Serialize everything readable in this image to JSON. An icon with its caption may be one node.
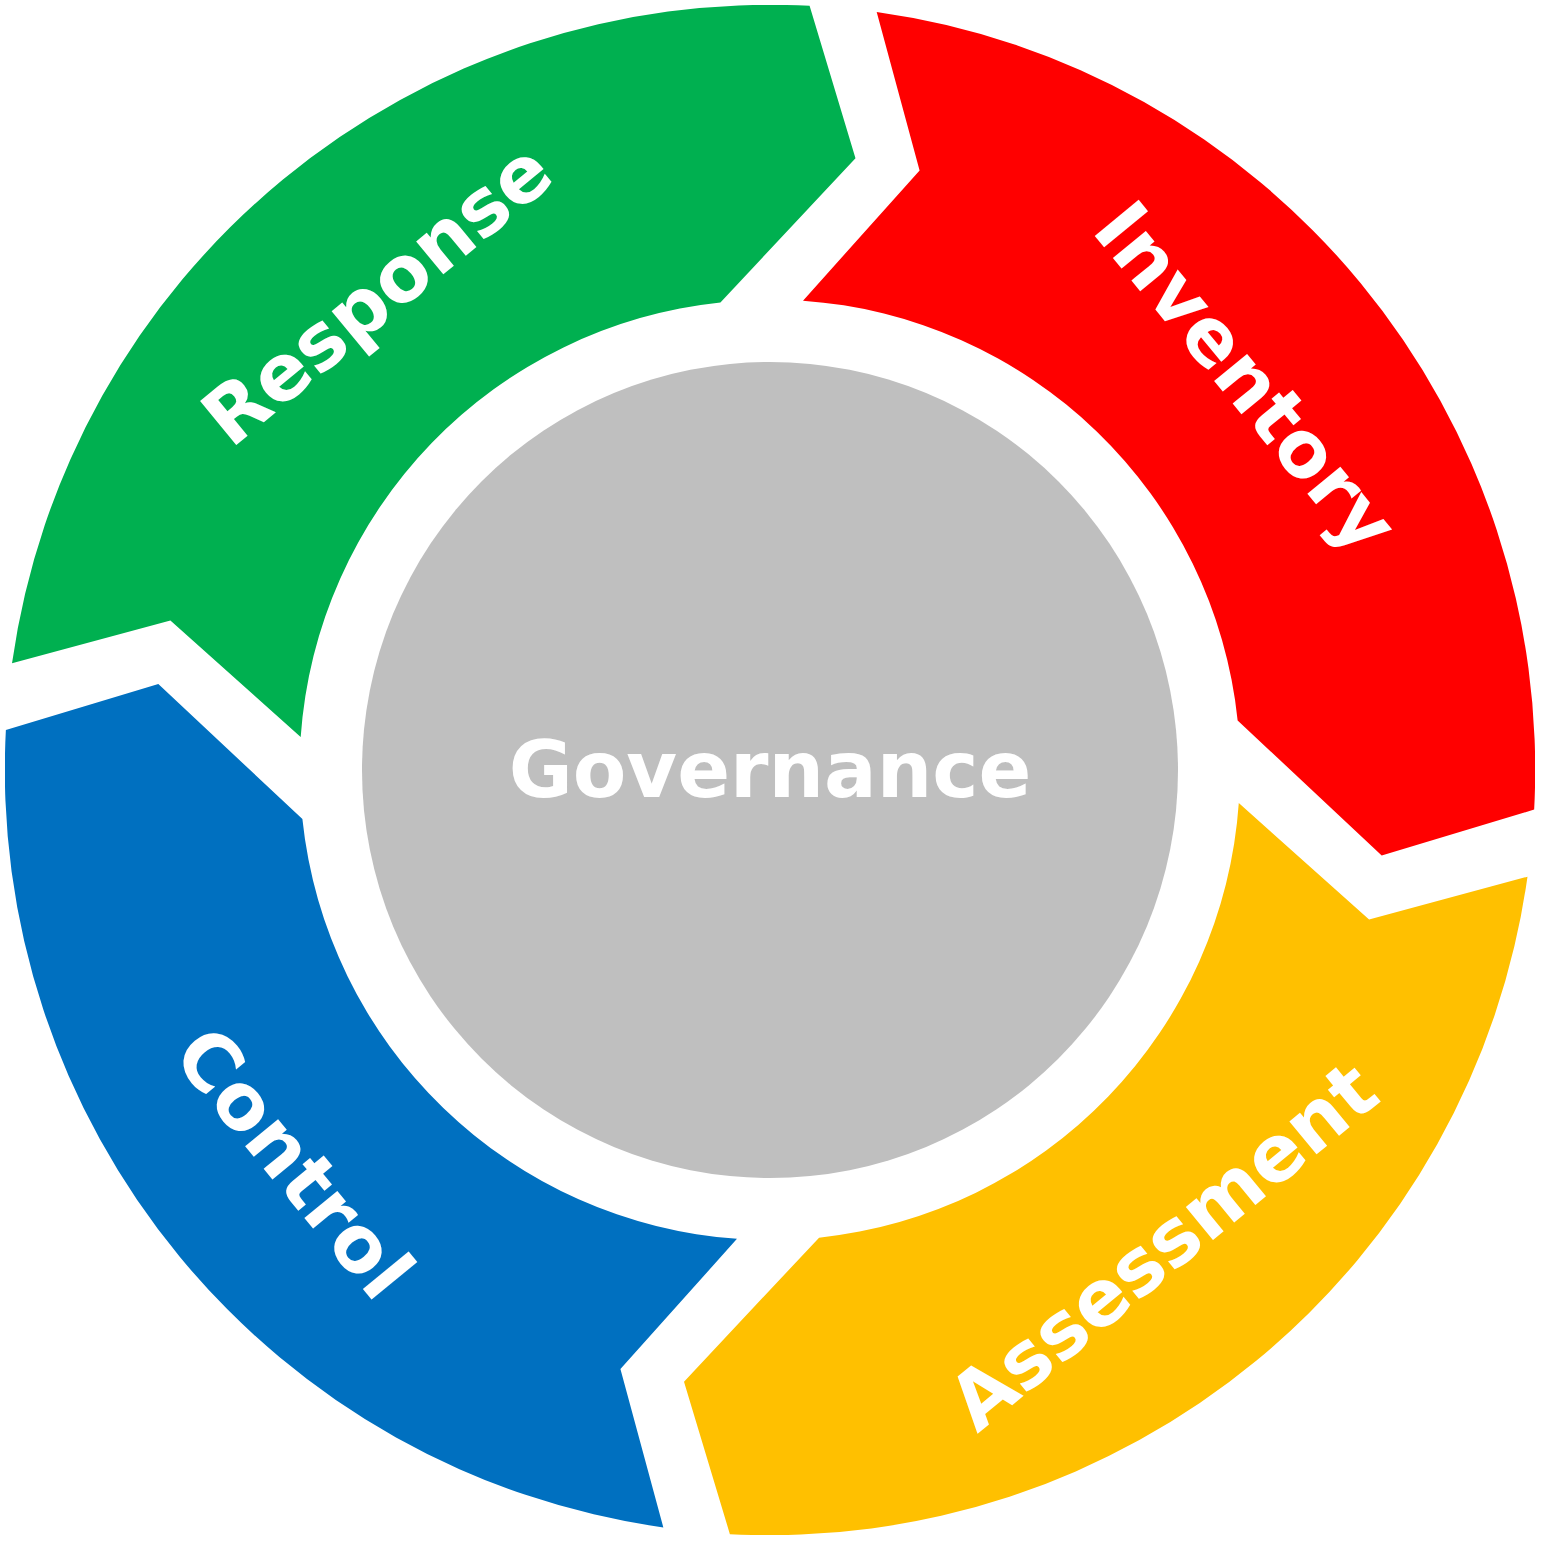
{
  "diagram": {
    "nodes": [
      {
        "text": [
          "Response"
        ]
      },
      {
        "text": [
          "Inventory"
        ]
      },
      {
        "text": [
          "Governance"
        ]
      },
      {
        "text": [
          "Control"
        ]
      },
      {
        "text": [
          "Assessment"
        ]
      }
    ]
  }
}
